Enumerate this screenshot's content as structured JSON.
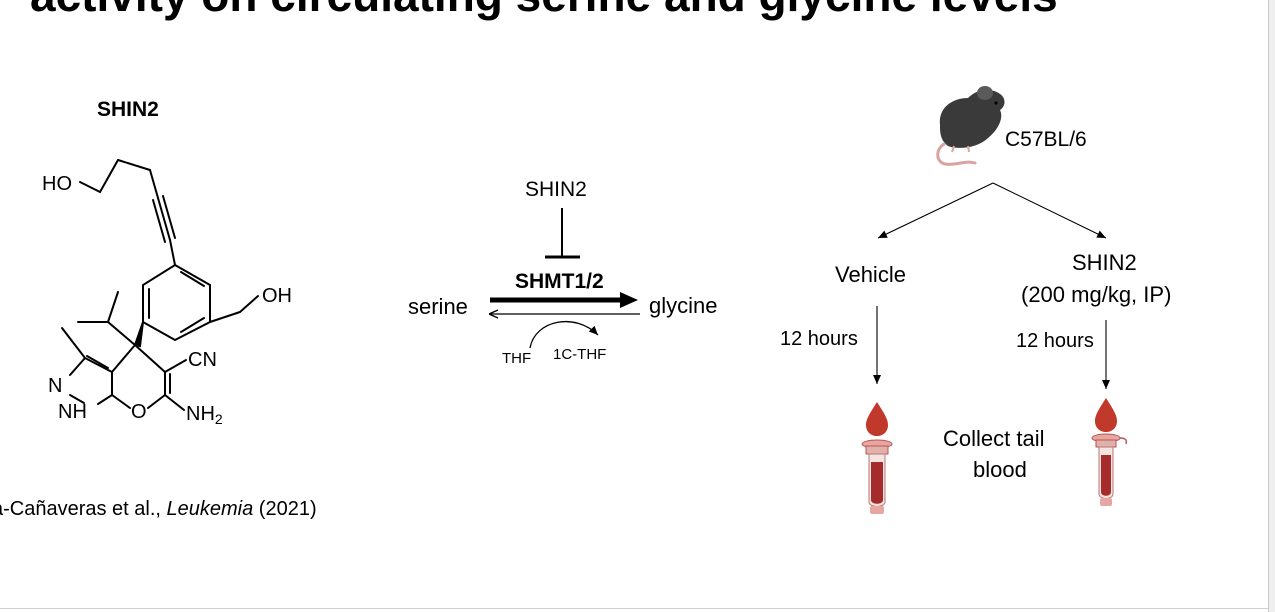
{
  "slide": {
    "title": "activity on circulating serine and glycine levels",
    "colors": {
      "text": "#000000",
      "blood": "#c0392b",
      "mouse": "#3a3a3a",
      "tail": "#d9a3a0"
    }
  },
  "molecule": {
    "name": "SHIN2",
    "atoms": {
      "ho_left": "HO",
      "oh_right": "OH",
      "cn": "CN",
      "n": "N",
      "nh": "NH",
      "o": "O",
      "nh2": "NH",
      "nh2_sub": "2"
    }
  },
  "citation": {
    "authors": "a-Cañaveras et al., ",
    "journal": "Leukemia",
    "year": " (2021)"
  },
  "pathway": {
    "inhibitor": "SHIN2",
    "enzyme": "SHMT1/2",
    "substrate": "serine",
    "product": "glycine",
    "cofactor_in": "THF",
    "cofactor_out": "1C-THF"
  },
  "experiment": {
    "strain": "C57BL/6",
    "arm_left": {
      "label": "Vehicle",
      "duration": "12 hours"
    },
    "arm_right": {
      "label_line1": "SHIN2",
      "label_line2": "(200 mg/kg, IP)",
      "duration": "12 hours"
    },
    "collection_line1": "Collect tail",
    "collection_line2": "blood",
    "icons": [
      "mouse-icon",
      "blood-drop-icon",
      "blood-tube-icon"
    ]
  }
}
